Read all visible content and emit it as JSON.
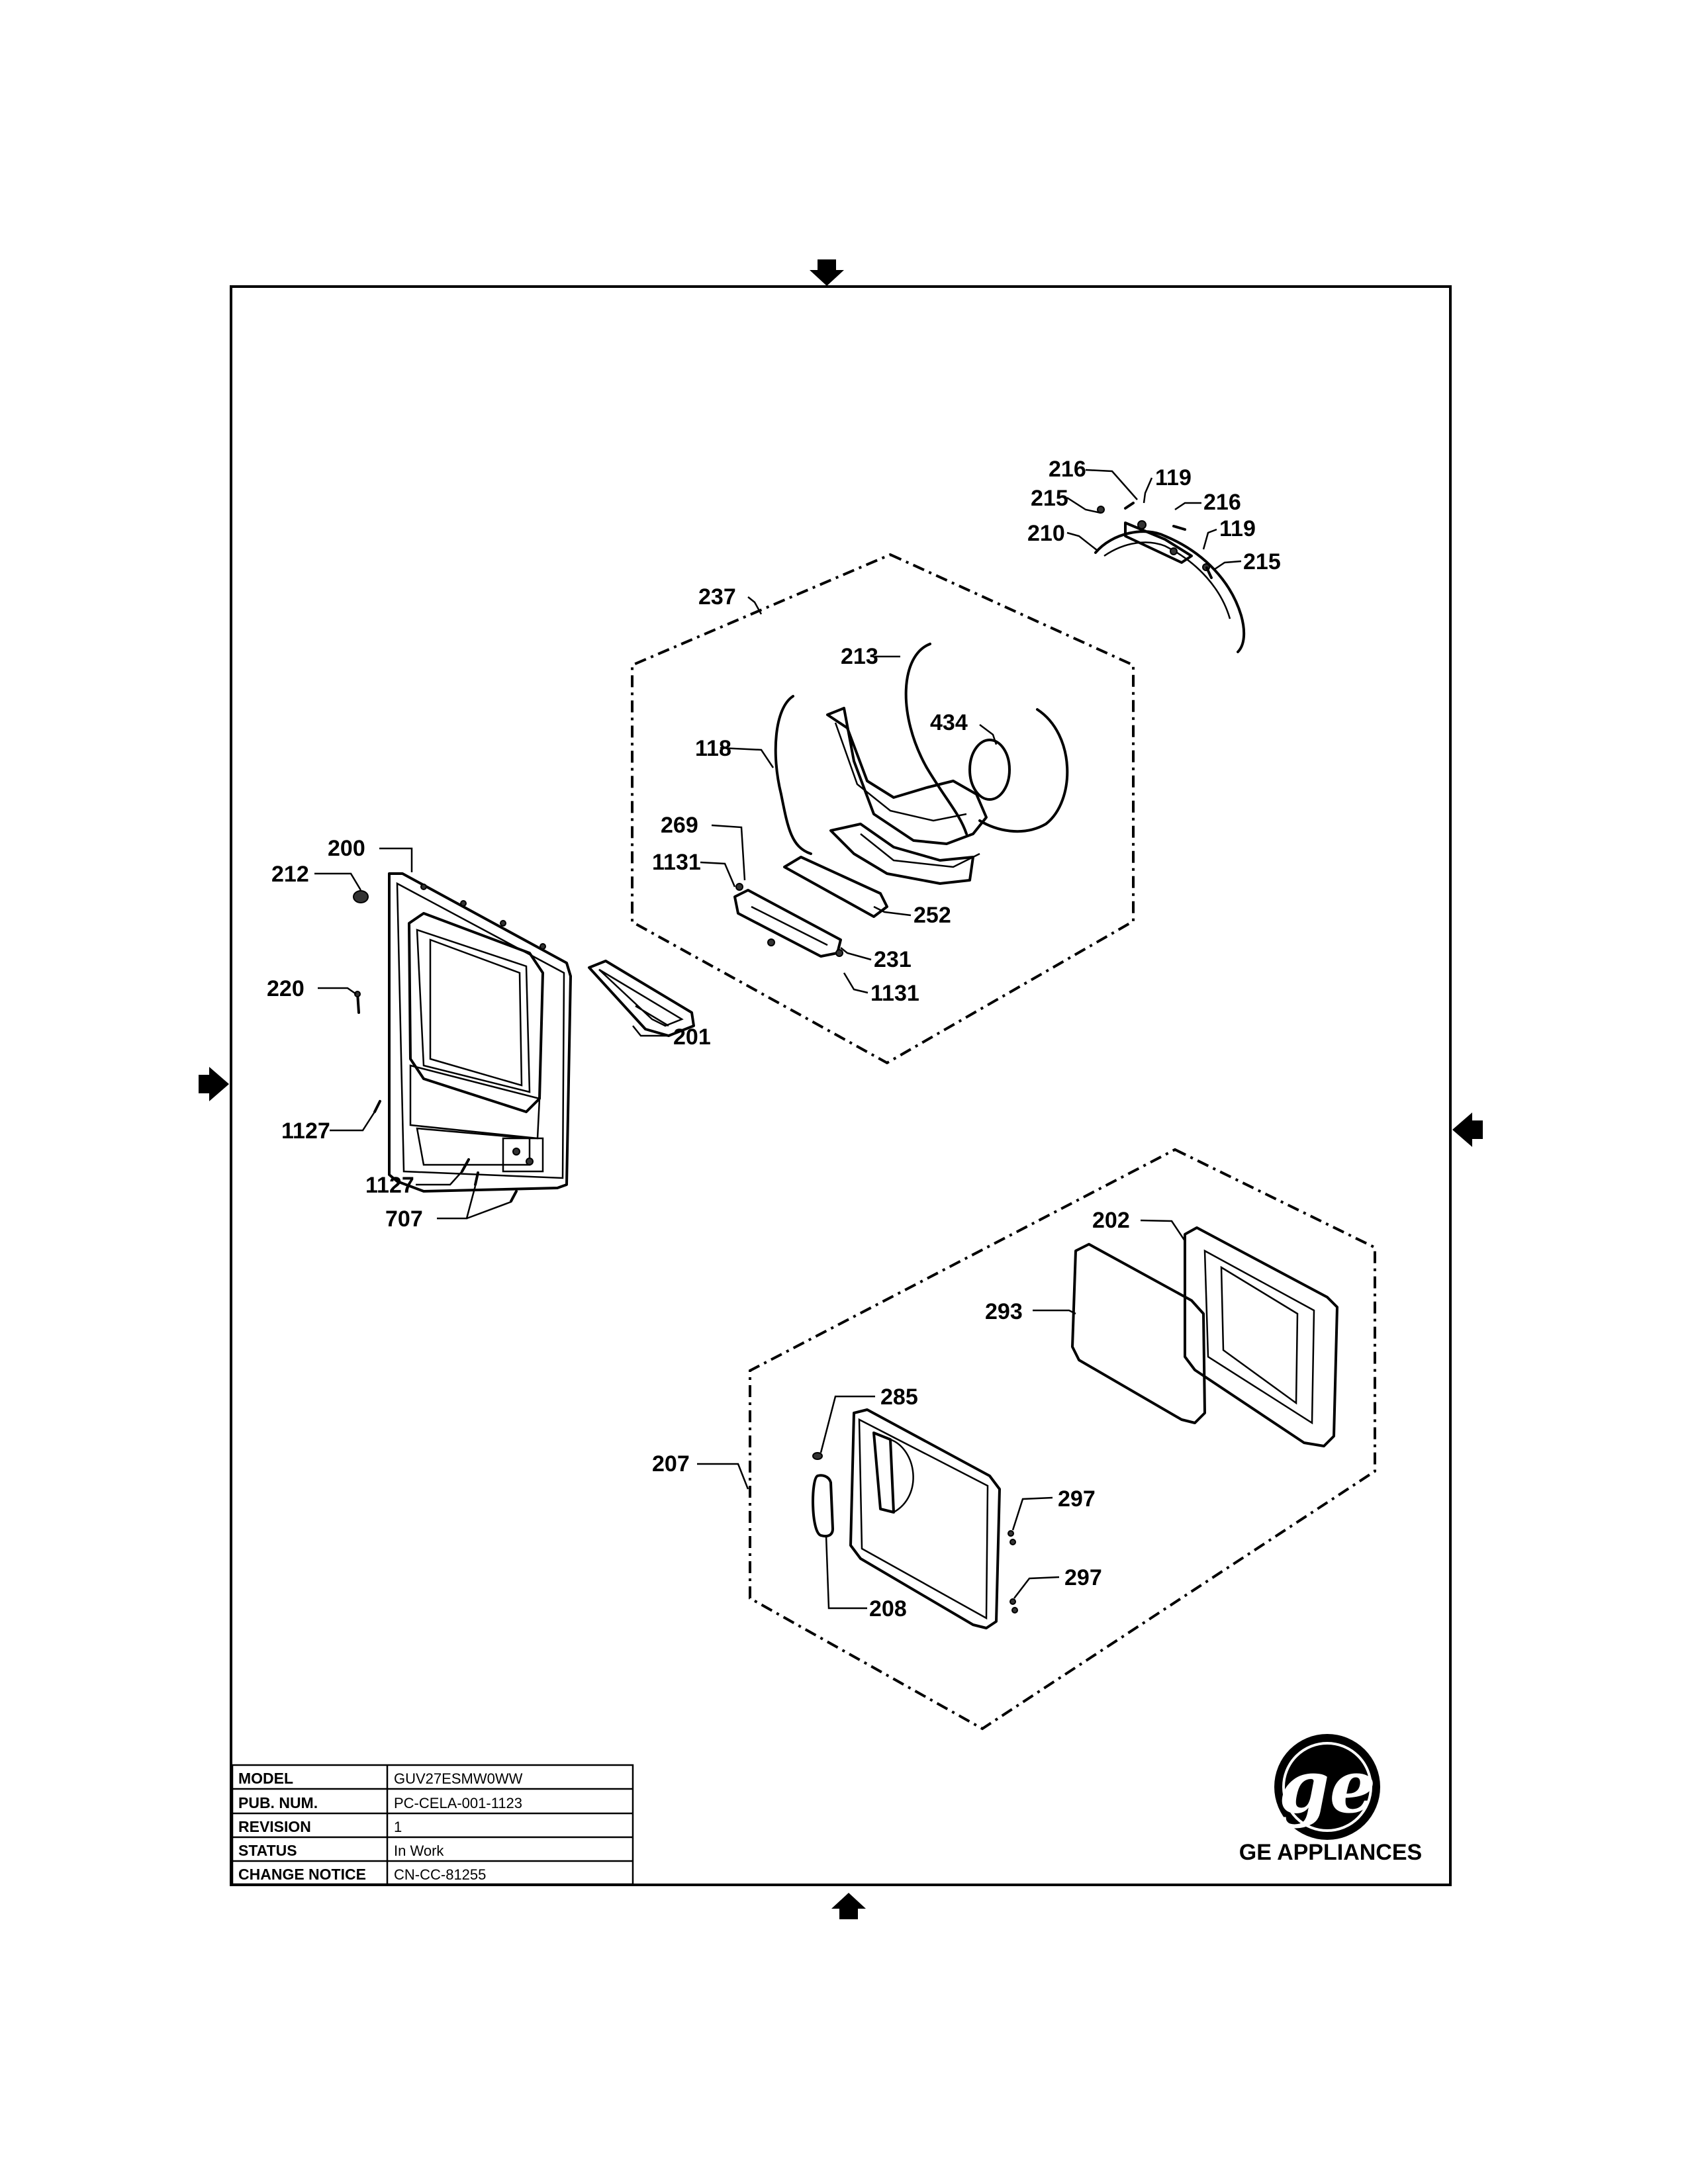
{
  "callouts": {
    "c216a": "216",
    "c119a": "119",
    "c215a": "215",
    "c216b": "216",
    "c210": "210",
    "c119b": "119",
    "c215b": "215",
    "c237": "237",
    "c213": "213",
    "c434": "434",
    "c118": "118",
    "c269": "269",
    "c1131a": "1131",
    "c252": "252",
    "c231": "231",
    "c1131b": "1131",
    "c200": "200",
    "c212": "212",
    "c220": "220",
    "c201": "201",
    "c1127a": "1127",
    "c1127b": "1127",
    "c707": "707",
    "c202": "202",
    "c293": "293",
    "c285": "285",
    "c207": "207",
    "c297a": "297",
    "c297b": "297",
    "c208": "208"
  },
  "title_block": {
    "model_label": "MODEL",
    "model_value": "GUV27ESMW0WW",
    "pub_label": "PUB. NUM.",
    "pub_value": "PC-CELA-001-1123",
    "revision_label": "REVISION",
    "revision_value": "1",
    "status_label": "STATUS",
    "status_value": "In Work",
    "change_label": "CHANGE NOTICE",
    "change_value": "CN-CC-81255"
  },
  "brand": {
    "name": "GE APPLIANCES",
    "logo_icon": "ge-monogram-icon"
  }
}
